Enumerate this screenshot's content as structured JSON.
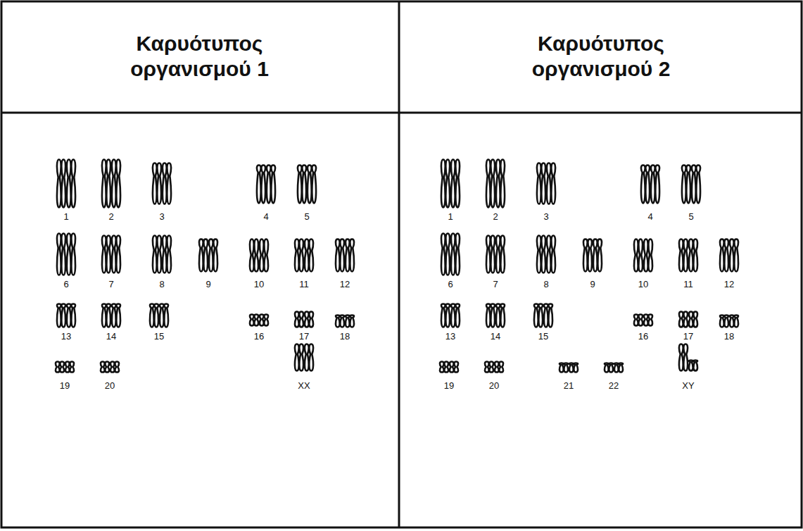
{
  "diagram": {
    "nodes": [
      {
        "text": [
          "Καρυότυπος οργανισμού 1"
        ]
      },
      {
        "text": [
          "Καρυότυπος οργανισμού 2"
        ]
      }
    ],
    "labels": [
      "1",
      "2",
      "3",
      "4",
      "5",
      "6",
      "7",
      "8",
      "9",
      "10",
      "11",
      "12",
      "13",
      "14",
      "15",
      "16",
      "17",
      "18",
      "19",
      "20",
      "XX",
      "1",
      "2",
      "3",
      "4",
      "5",
      "6",
      "7",
      "8",
      "9",
      "10",
      "11",
      "12",
      "13",
      "14",
      "15",
      "16",
      "17",
      "18",
      "19",
      "20",
      "21",
      "22",
      "XY"
    ]
  }
}
